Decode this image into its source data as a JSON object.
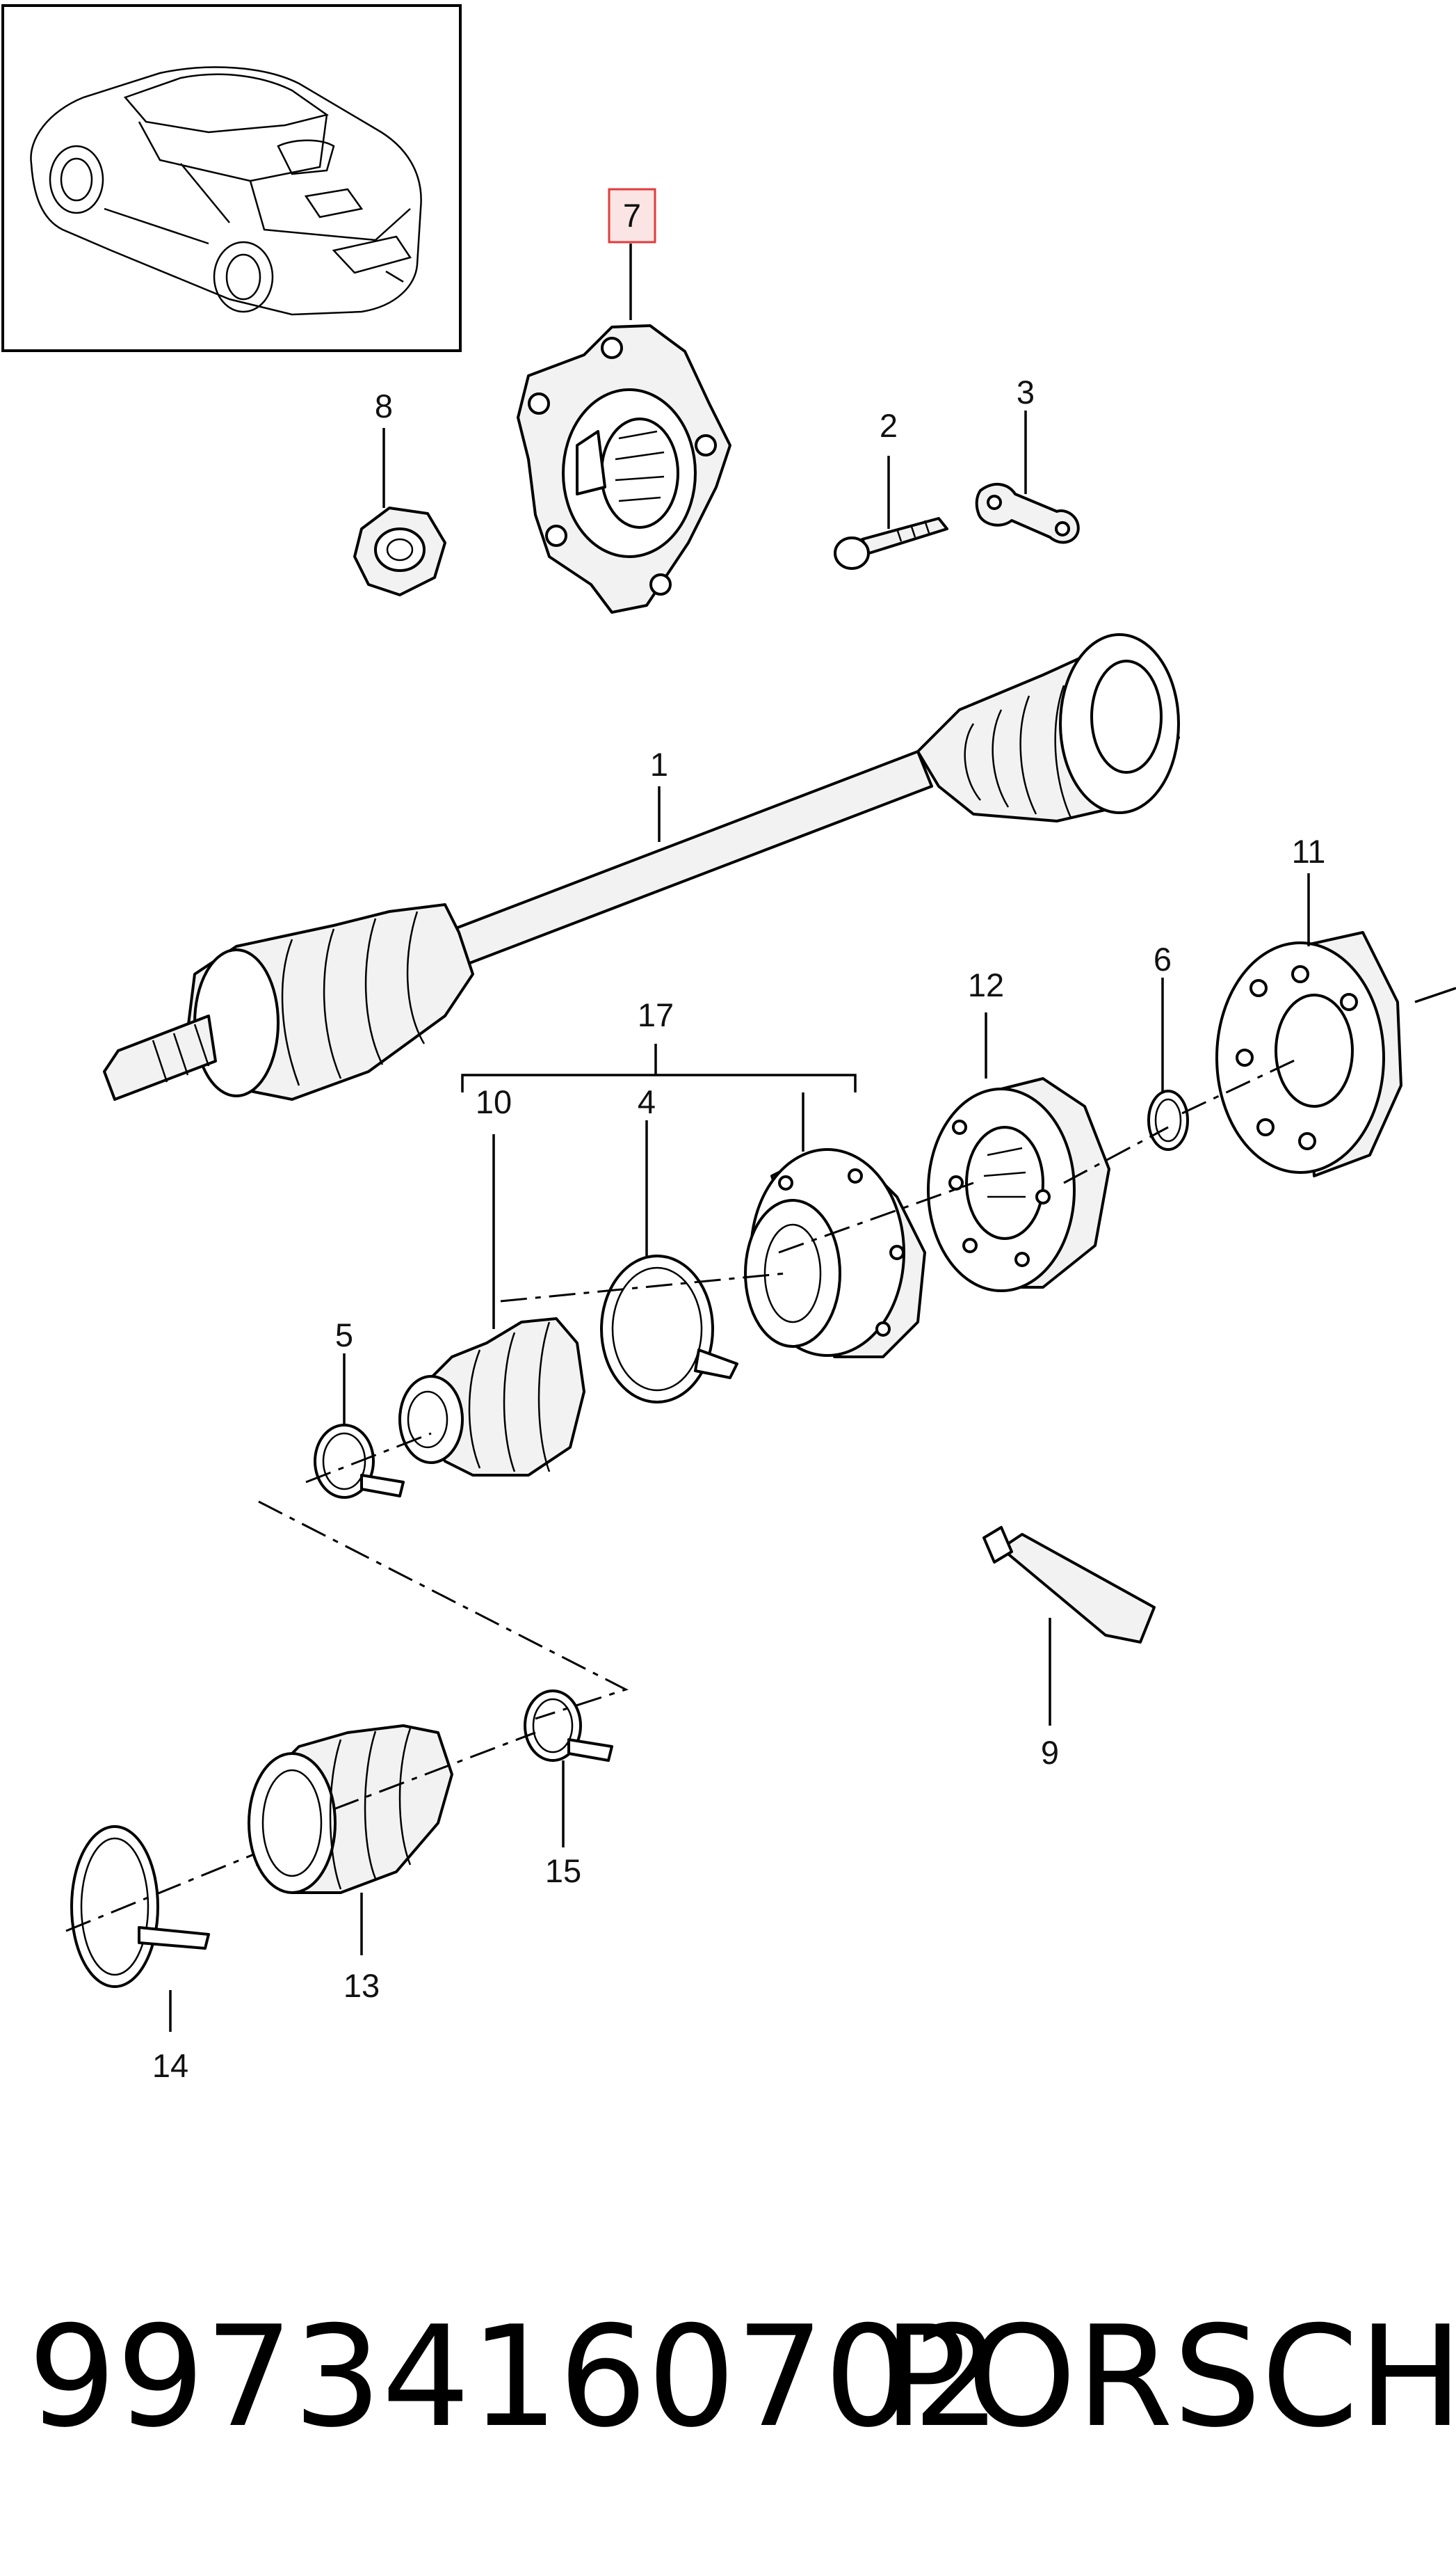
{
  "callouts": {
    "c1": "1",
    "c2": "2",
    "c3": "3",
    "c4": "4",
    "c5": "5",
    "c6": "6",
    "c7": "7",
    "c8": "8",
    "c9": "9",
    "c10": "10",
    "c11": "11",
    "c12": "12",
    "c13": "13",
    "c14": "14",
    "c15": "15",
    "c17": "17"
  },
  "highlight": {
    "part": "7",
    "color": "#e23b3b",
    "fill": "#fbe4e4"
  },
  "footer": {
    "part_number": "99734160702",
    "brand": "PORSCHE"
  }
}
